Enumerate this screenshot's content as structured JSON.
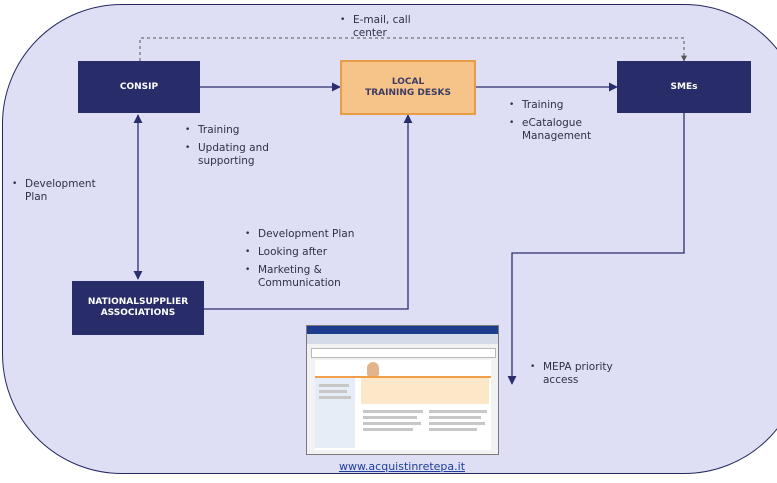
{
  "nodes": {
    "consip": "CONSIP",
    "local_training_desks": "LOCAL\nTRAINING DESKS",
    "smes": "SMEs",
    "national_supplier_associations": "NATIONALSUPPLIER\nASSOCIATIONS"
  },
  "labels": {
    "email_call_center": "E-mail, call\ncenter",
    "consip_to_desks": [
      "Training",
      "Updating and\nsupporting"
    ],
    "desks_to_smes": [
      "Training",
      "eCatalogue\nManagement"
    ],
    "left_note": "Development\nPlan",
    "assoc_to_desks": [
      "Development Plan",
      "Looking after",
      "Marketing &\nCommunication"
    ],
    "mepa_access": "MEPA priority\naccess"
  },
  "website": {
    "url_text": "www.acquistinretepa.it"
  },
  "colors": {
    "dark_box": "#282c69",
    "hub_fill": "#f6c488",
    "hub_border": "#e79d45",
    "background_blob": "#dedff5",
    "line": "#2a2e6e"
  }
}
